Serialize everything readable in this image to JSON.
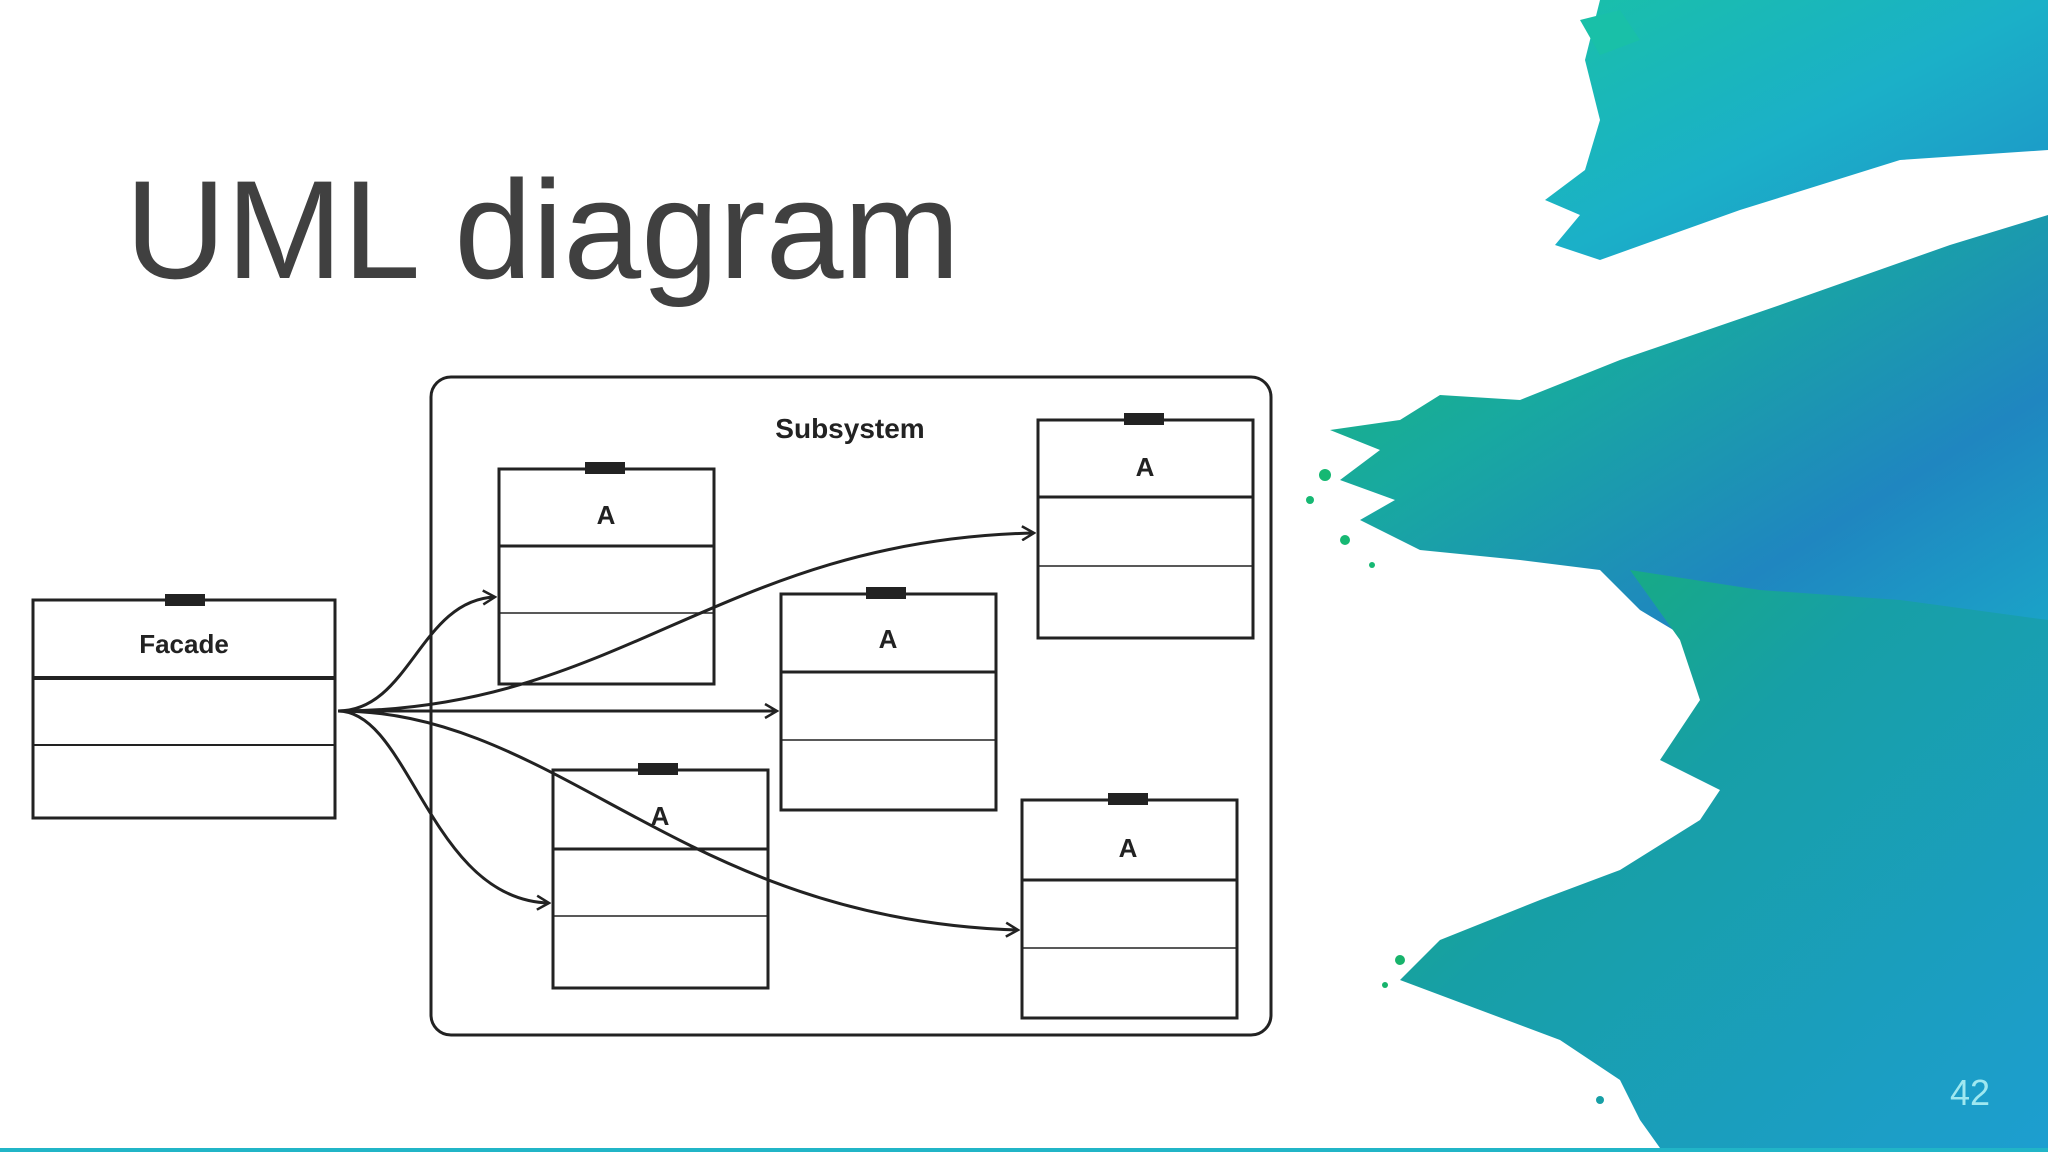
{
  "slide": {
    "title": "UML diagram",
    "page_number": "42"
  },
  "diagram": {
    "container_label": "Subsystem",
    "facade_label": "Facade",
    "class_label": "A",
    "class_count": 5
  },
  "colors": {
    "title_text": "#404040",
    "line": "#222222",
    "paint_green": "#19b86a",
    "paint_teal": "#1aa9b5",
    "paint_blue": "#1f7fc4",
    "page_number": "#9fe8f0"
  }
}
